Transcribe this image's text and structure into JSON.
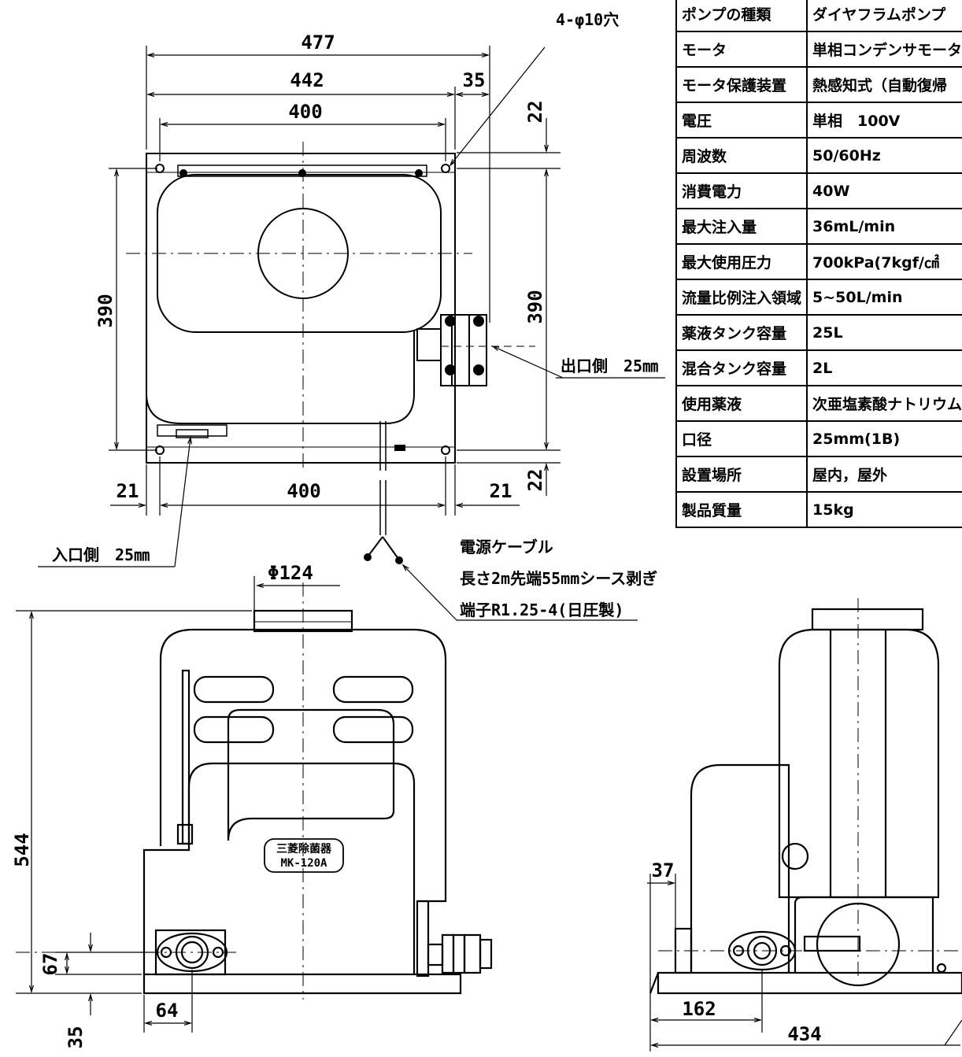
{
  "dimensions": {
    "top_width_477": "477",
    "top_width_442": "442",
    "top_offset_35": "35",
    "top_width_400": "400",
    "left_height_390": "390",
    "right_height_390": "390",
    "right_gap_top_22": "22",
    "right_gap_bottom_22": "22",
    "bottom_21_left": "21",
    "bottom_400": "400",
    "bottom_21_right": "21",
    "front_height_544": "544",
    "front_lid_dia": "Φ124",
    "front_inlet_height_67": "67",
    "front_base_35": "35",
    "front_inlet_offset_64": "64",
    "side_37": "37",
    "side_162": "162",
    "side_434": "434"
  },
  "labels": {
    "holes": "4-φ10穴",
    "outlet": "出口側　25㎜",
    "inlet": "入口側　25㎜",
    "cable_line1": "電源ケーブル",
    "cable_line2": "長さ2m先端55mmシース剥ぎ",
    "cable_line3": "端子R1.25-4(日圧製)",
    "nameplate_line1": "三菱除菌器",
    "nameplate_line2": "MK-120A"
  },
  "specs": [
    {
      "key": "ポンプの種類",
      "value": "ダイヤフラムポンプ"
    },
    {
      "key": "モータ",
      "value": "単相コンデンサモータ"
    },
    {
      "key": "モータ保護装置",
      "value": "熱感知式（自動復帰"
    },
    {
      "key": "電圧",
      "value": "単相　100V"
    },
    {
      "key": "周波数",
      "value": "50/60Hz"
    },
    {
      "key": "消費電力",
      "value": "40W"
    },
    {
      "key": "最大注入量",
      "value": "36mL/min"
    },
    {
      "key": "最大使用圧力",
      "value": "700kPa(7kgf/㎠"
    },
    {
      "key": "流量比例注入領域",
      "value": "5~50L/min"
    },
    {
      "key": "薬液タンク容量",
      "value": "25L"
    },
    {
      "key": "混合タンク容量",
      "value": "2L"
    },
    {
      "key": "使用薬液",
      "value": "次亜塩素酸ナトリウム"
    },
    {
      "key": "口径",
      "value": "25mm(1B)"
    },
    {
      "key": "設置場所",
      "value": "屋内，屋外"
    },
    {
      "key": "製品質量",
      "value": "15kg"
    }
  ]
}
